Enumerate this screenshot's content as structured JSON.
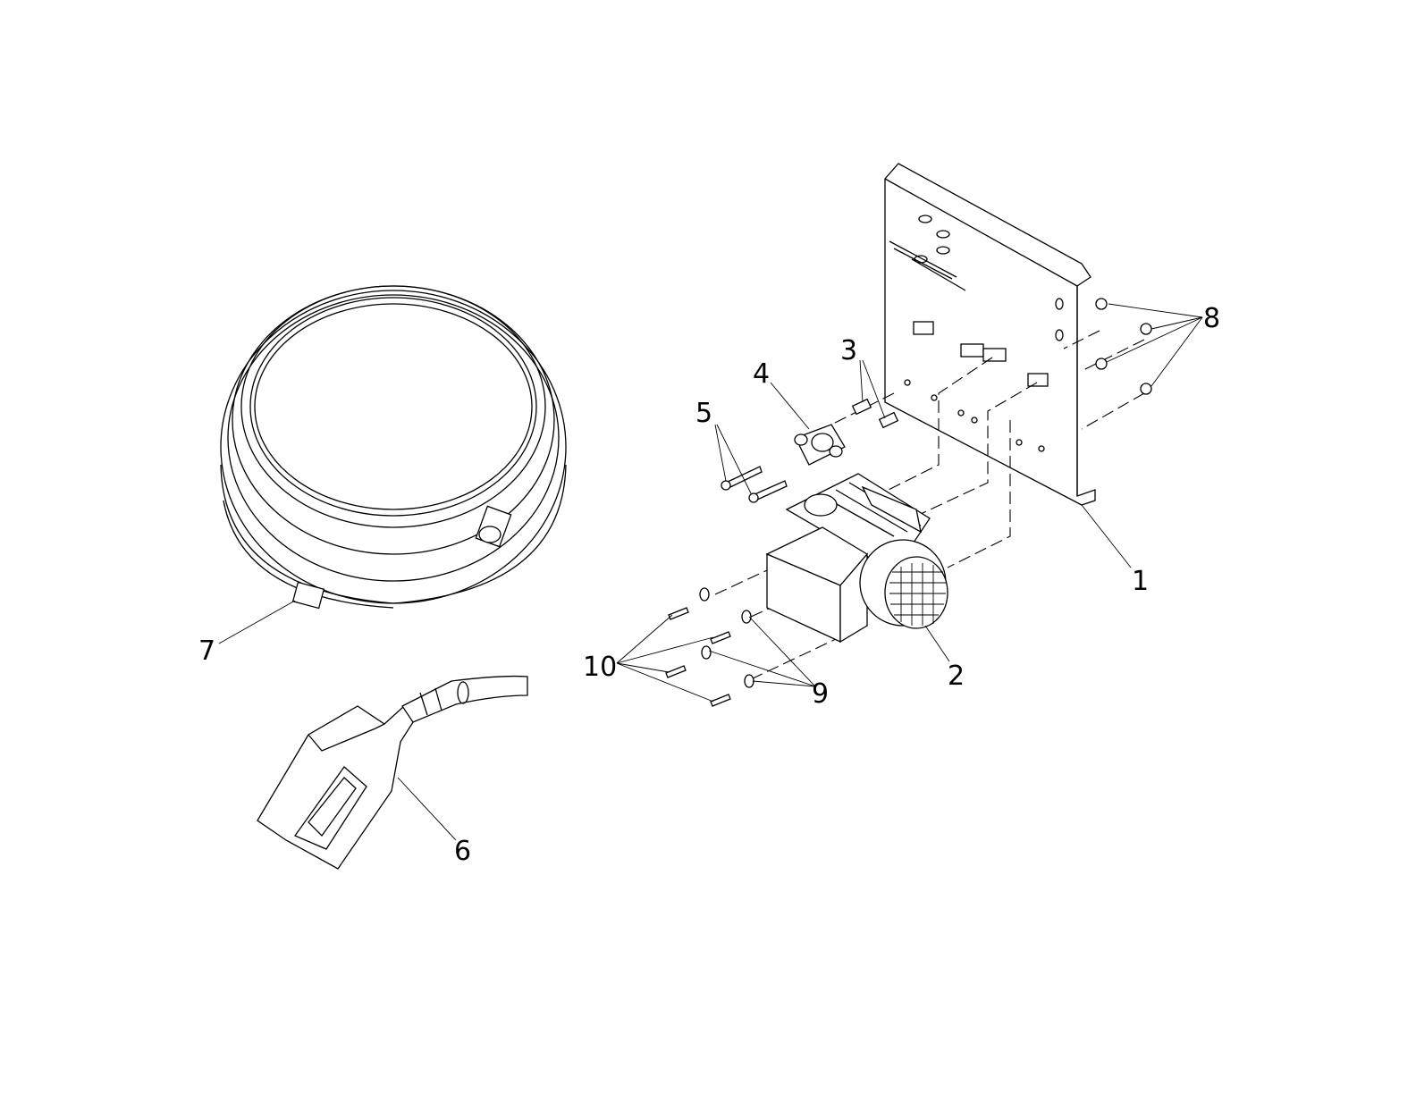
{
  "diagram": {
    "type": "exploded parts diagram",
    "callouts": {
      "c1": "1",
      "c2": "2",
      "c3": "3",
      "c4": "4",
      "c5": "5",
      "c6": "6",
      "c7": "7",
      "c8": "8",
      "c9": "9",
      "c10": "10"
    }
  }
}
